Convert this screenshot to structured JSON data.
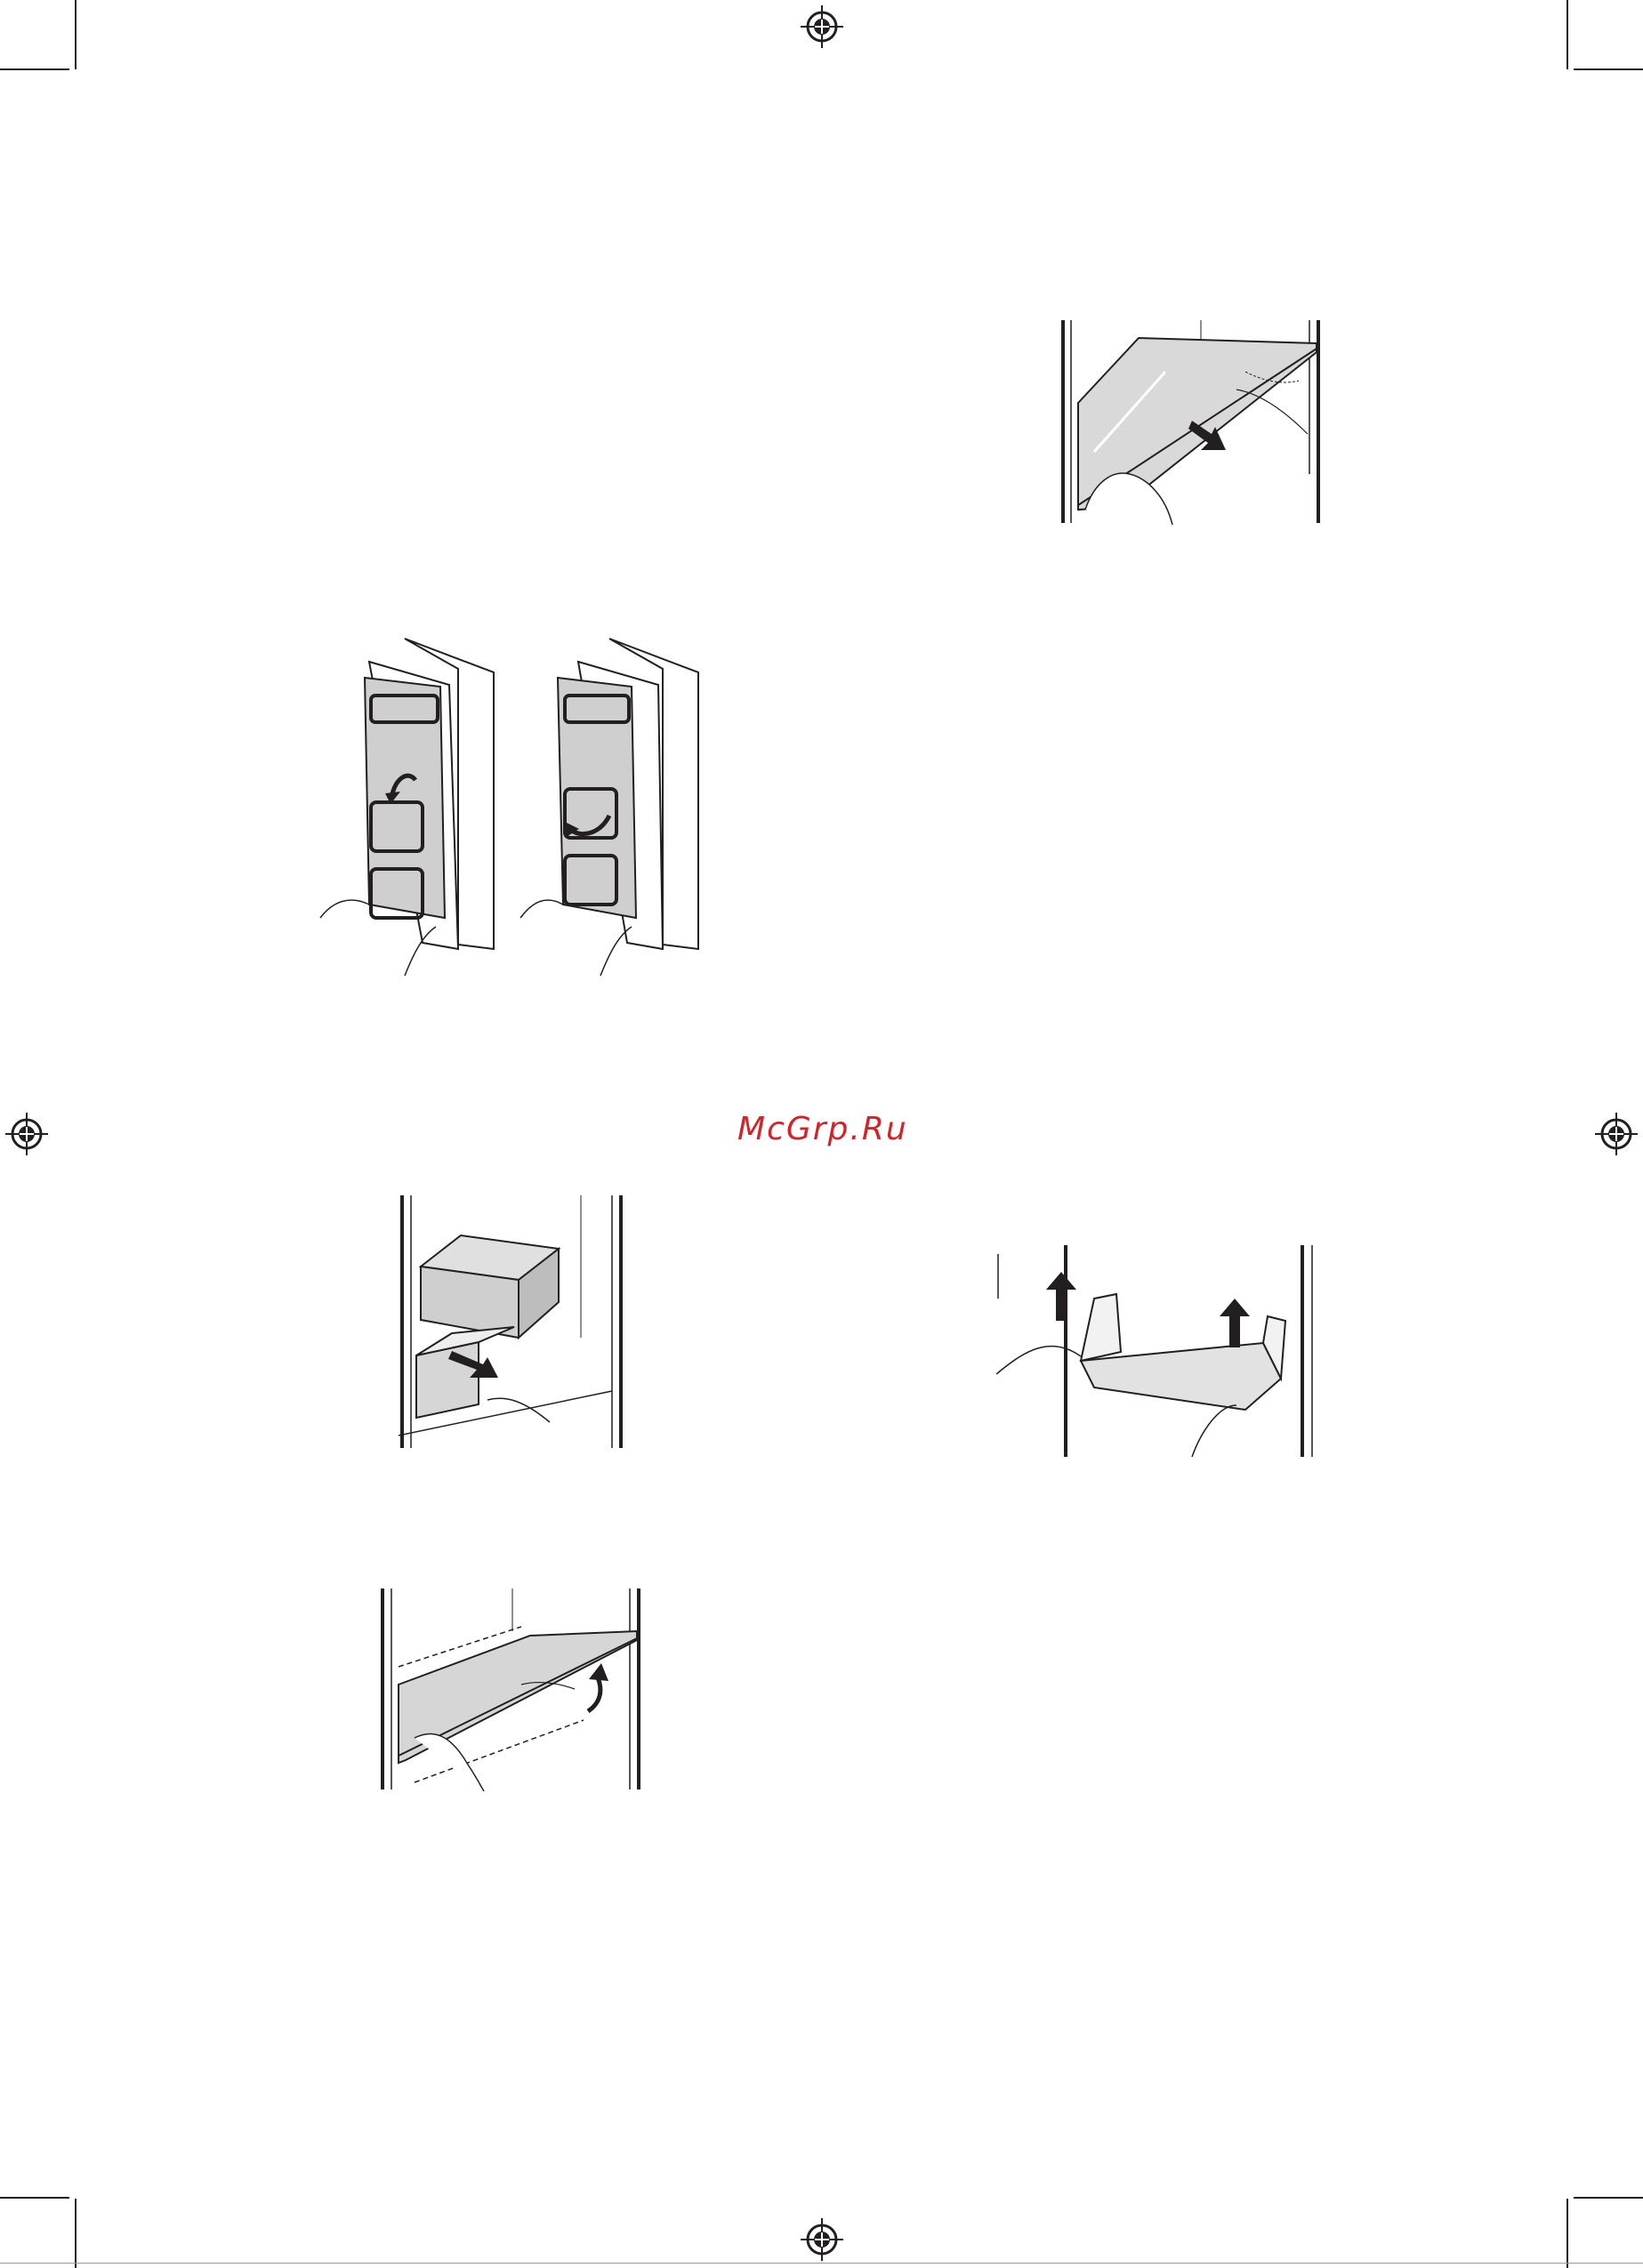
{
  "page": {
    "background": "#ffffff"
  },
  "watermark": {
    "text": "McGrp.Ru",
    "color": "#d2232a"
  },
  "figures": [
    {
      "name": "figure-shelf-glass-pull",
      "icon": "shelf-glass-removal-illustration"
    },
    {
      "name": "figure-door-panels",
      "icon": "door-panel-removal-illustration"
    },
    {
      "name": "figure-drawer-pull",
      "icon": "drawer-removal-illustration"
    },
    {
      "name": "figure-door-bin-lift",
      "icon": "door-bin-lift-illustration"
    },
    {
      "name": "figure-shelf-tilt",
      "icon": "shelf-tilt-illustration"
    }
  ],
  "registration_marks": [
    "registration-mark-icon"
  ],
  "colors": {
    "line": "#231f20",
    "panel_fill": "#cfcfcf",
    "accent": "#d2232a"
  }
}
